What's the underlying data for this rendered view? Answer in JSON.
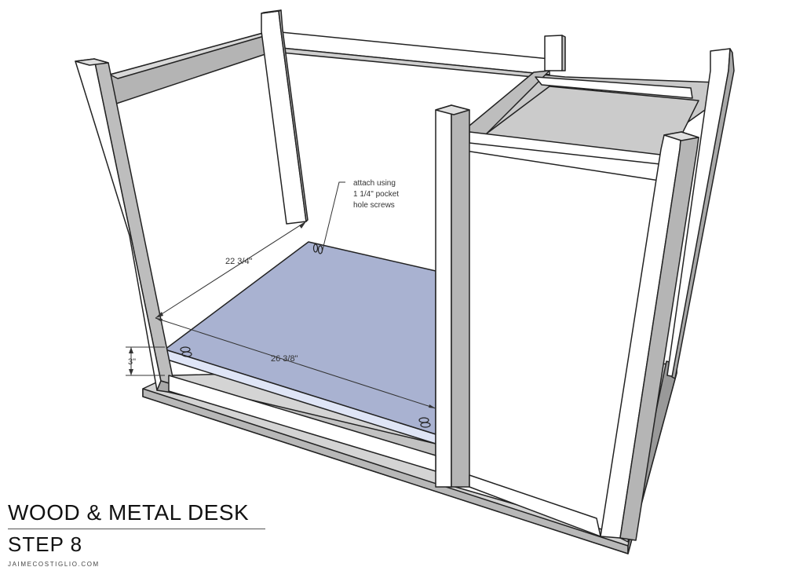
{
  "diagram": {
    "annotations": {
      "note_line1": "attach using",
      "note_line2": "1 1/4\" pocket",
      "note_line3": "hole screws",
      "depth": "22 3/4\"",
      "width": "26 3/8\"",
      "height": "3\""
    },
    "colors": {
      "shelf": "#a9b2d1",
      "shelf_edge": "#dfe5f6",
      "wood_light": "#ffffff",
      "wood_shade": "#d0d0d0",
      "wood_dark": "#a8a8a8",
      "outline": "#222222"
    }
  },
  "footer": {
    "title": "WOOD & METAL DESK",
    "step": "STEP  8",
    "site": "JAIMECOSTIGLIO.COM"
  }
}
